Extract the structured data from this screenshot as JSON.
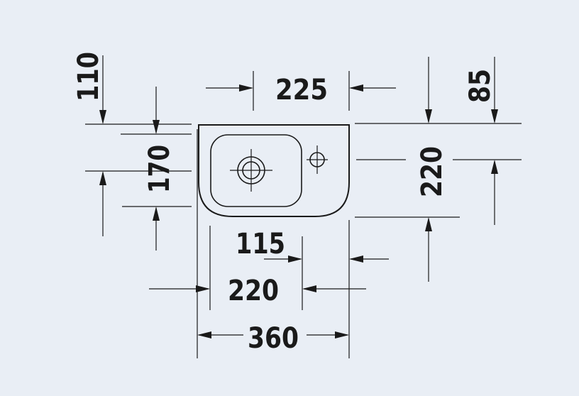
{
  "dimensions": {
    "overall_width": "360",
    "bowl_width": "220",
    "bowl_to_drain": "115",
    "tap_offset": "225",
    "overall_depth": "220",
    "bowl_depth": "170",
    "rim_to_bowl": "110",
    "rim_to_tap": "85"
  },
  "colors": {
    "background": "#e9eef5",
    "line": "#1a1a1a"
  }
}
